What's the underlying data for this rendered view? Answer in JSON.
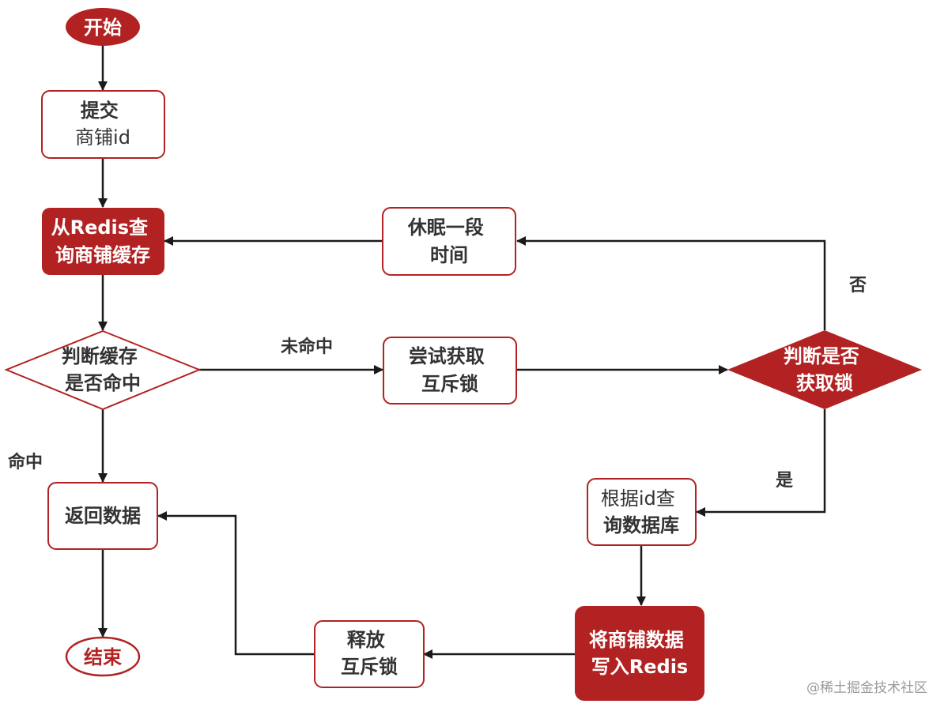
{
  "colors": {
    "primary": "#b22222",
    "text_dark": "#333333",
    "text_light": "#ffffff",
    "line": "#1a1a1a",
    "watermark": "#9a9a9a"
  },
  "nodes": {
    "start": [
      "开始"
    ],
    "submit": [
      "提交",
      "商铺id"
    ],
    "query_cache": [
      "从Redis查",
      "询商铺缓存"
    ],
    "check_hit": [
      "判断缓存",
      "是否命中"
    ],
    "sleep": [
      "休眠一段",
      "时间"
    ],
    "try_lock": [
      "尝试获取",
      "互斥锁"
    ],
    "check_lock": [
      "判断是否",
      "获取锁"
    ],
    "query_db": [
      "根据id查",
      "询数据库"
    ],
    "return_data": [
      "返回数据"
    ],
    "write_redis": [
      "将商铺数据",
      "写入Redis"
    ],
    "release_lock": [
      "释放",
      "互斥锁"
    ],
    "end": [
      "结束"
    ]
  },
  "edges": {
    "miss_label": "未命中",
    "hit_label": "命中",
    "no_label": "否",
    "yes_label": "是"
  },
  "watermark": "@稀土掘金技术社区"
}
